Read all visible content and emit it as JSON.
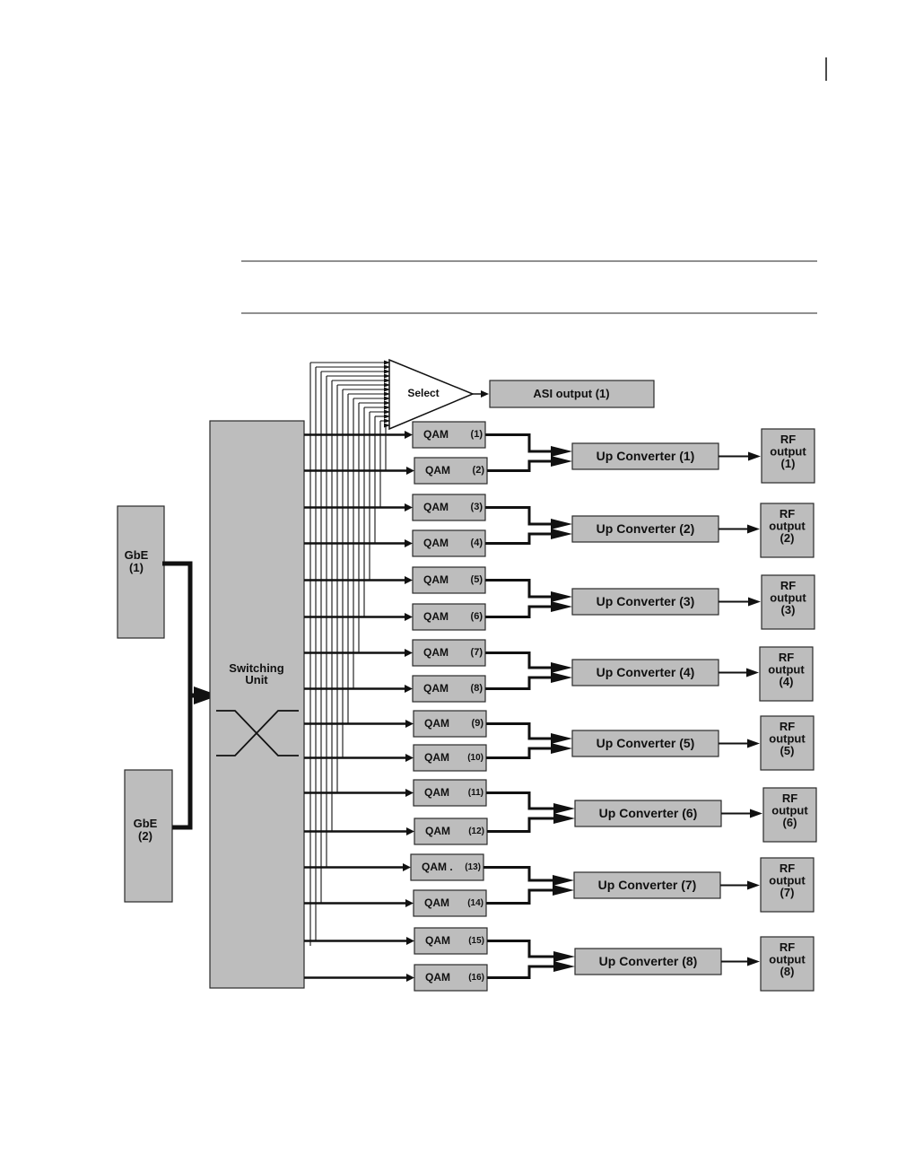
{
  "gbe": [
    {
      "line1": "GbE",
      "line2": "(1)"
    },
    {
      "line1": "GbE",
      "line2": "(2)"
    }
  ],
  "switching_unit": {
    "line1": "Switching",
    "line2": "Unit"
  },
  "select_label": "Select",
  "asi_output": "ASI output  (1)",
  "qam_label": "QAM",
  "qam_label_13": "QAM .",
  "qam_numbers": [
    "(1)",
    "(2)",
    "(3)",
    "(4)",
    "(5)",
    "(6)",
    "(7)",
    "(8)",
    "(9)",
    "(10)",
    "(11)",
    "(12)",
    "(13)",
    "(14)",
    "(15)",
    "(16)"
  ],
  "up_converters": [
    "Up Converter (1)",
    "Up Converter (2)",
    "Up Converter (3)",
    "Up Converter (4)",
    "Up Converter (5)",
    "Up Converter (6)",
    "Up Converter (7)",
    "Up Converter (8)"
  ],
  "rf_outputs": [
    {
      "line1": "RF",
      "line2": "output",
      "line3": "(1)"
    },
    {
      "line1": "RF",
      "line2": "output",
      "line3": "(2)"
    },
    {
      "line1": "RF",
      "line2": "output",
      "line3": "(3)"
    },
    {
      "line1": "RF",
      "line2": "output",
      "line3": "(4)"
    },
    {
      "line1": "RF",
      "line2": "output",
      "line3": "(5)"
    },
    {
      "line1": "RF",
      "line2": "output",
      "line3": "(6)"
    },
    {
      "line1": "RF",
      "line2": "output",
      "line3": "(7)"
    },
    {
      "line1": "RF",
      "line2": "output",
      "line3": "(8)"
    }
  ]
}
